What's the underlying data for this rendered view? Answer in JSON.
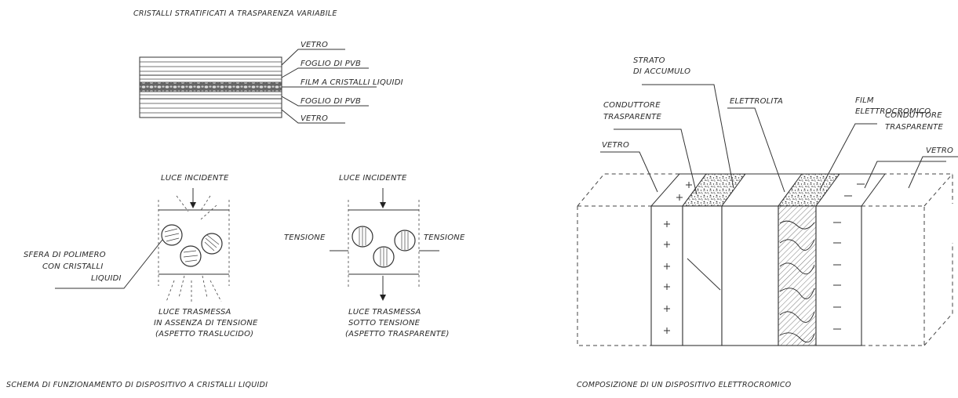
{
  "title": "CRISTALLI STRATIFICATI A TRASPARENZA VARIABILE",
  "laminate_labels": [
    "VETRO",
    "FOGLIO DI PVB",
    "FILM A CRISTALLI LIQUIDI",
    "FOGLIO DI PVB",
    "VETRO"
  ],
  "lc_diagram": {
    "incident_left": "LUCE INCIDENTE",
    "incident_right": "LUCE INCIDENTE",
    "tension_left": "TENSIONE",
    "tension_right": "TENSIONE",
    "sphere_label": [
      "SFERA DI POLIMERO",
      "CON CRISTALLI",
      "LIQUIDI"
    ],
    "transmitted_left": [
      "LUCE TRASMESSA",
      "IN ASSENZA DI TENSIONE",
      "(ASPETTO TRASLUCIDO)"
    ],
    "transmitted_right": [
      "LUCE TRASMESSA",
      "SOTTO TENSIONE",
      "(ASPETTO TRASPARENTE)"
    ],
    "caption": "SCHEMA DI FUNZIONAMENTO DI DISPOSITIVO A CRISTALLI LIQUIDI"
  },
  "ec_device": {
    "labels": {
      "strato": [
        "STRATO",
        "DI ACCUMULO"
      ],
      "conduttore_left": [
        "CONDUTTORE",
        "TRASPARENTE"
      ],
      "vetro_left": "VETRO",
      "elettrolita": "ELETTROLITA",
      "film": [
        "FILM",
        "ELETTROCROMICO"
      ],
      "conduttore_right": [
        "CONDUTTORE",
        "TRASPARENTE"
      ],
      "vetro_right": "VETRO"
    },
    "caption": "COMPOSIZIONE DI UN DISPOSITIVO ELETTROCROMICO"
  }
}
